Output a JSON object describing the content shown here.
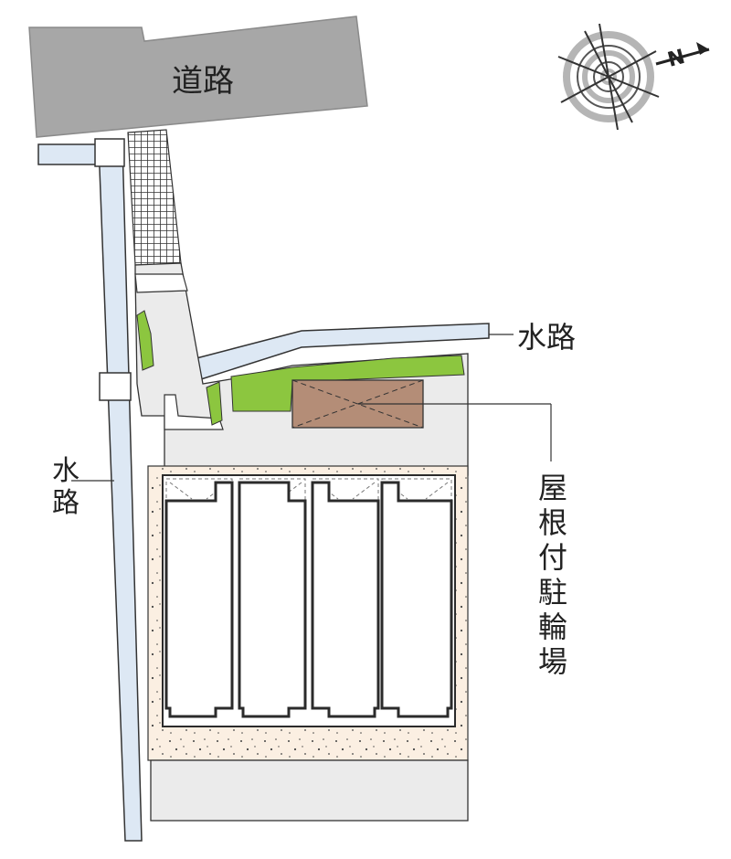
{
  "labels": {
    "road": "道路",
    "waterway_right": "水路",
    "waterway_left_1": "水",
    "waterway_left_2": "路",
    "covered_parking": [
      "屋",
      "根",
      "付",
      "駐",
      "輪",
      "場"
    ]
  },
  "compass": {
    "north_letter": "N",
    "icon": "compass-rose-icon"
  },
  "colors": {
    "road": "#a7a7a7",
    "water": "#dde8f4",
    "paving": "#ebebeb",
    "green": "#8cc63f",
    "sand": "#fbefe2",
    "bike_shelter": "#b48d77",
    "wall": "#2b2b2b"
  }
}
